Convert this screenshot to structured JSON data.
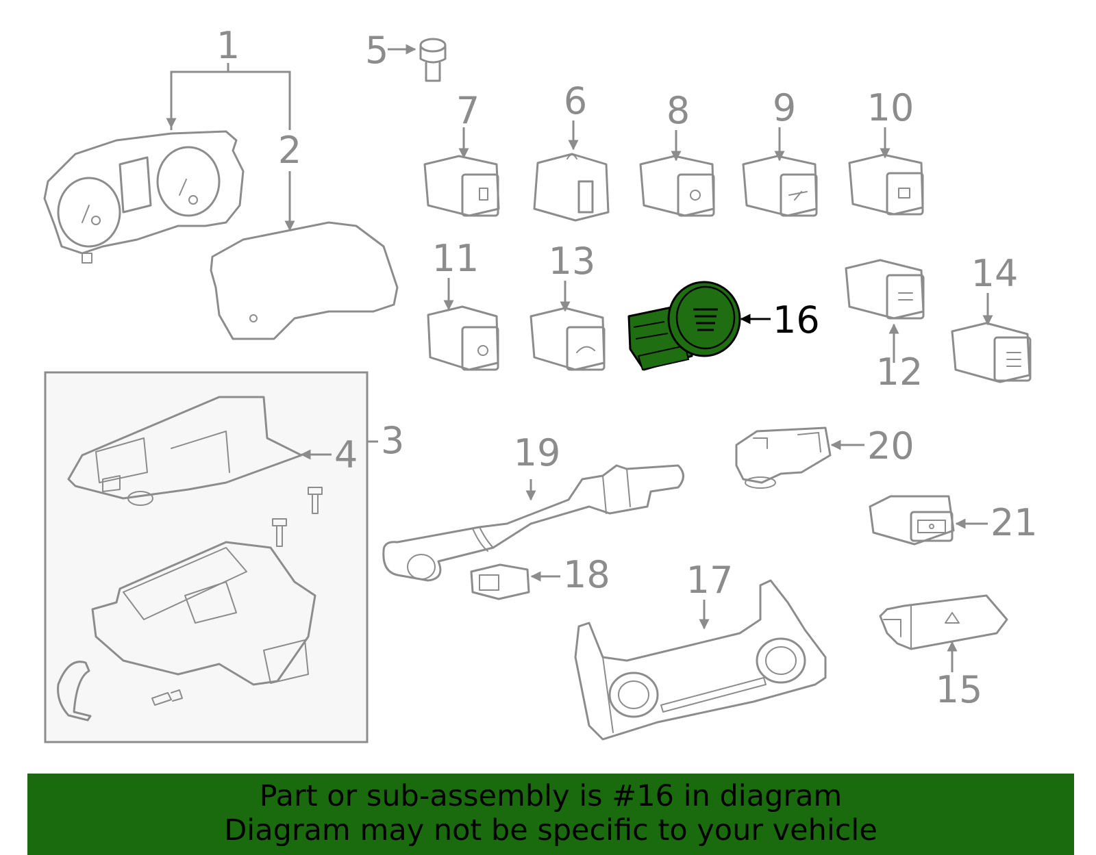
{
  "callouts": {
    "c1": "1",
    "c2": "2",
    "c3": "3",
    "c4": "4",
    "c5": "5",
    "c6": "6",
    "c7": "7",
    "c8": "8",
    "c9": "9",
    "c10": "10",
    "c11": "11",
    "c12": "12",
    "c13": "13",
    "c14": "14",
    "c15": "15",
    "c16": "16",
    "c17": "17",
    "c18": "18",
    "c19": "19",
    "c20": "20",
    "c21": "21"
  },
  "highlight": {
    "part_number": "16",
    "fill_color": "#1f6e12",
    "outline_color": "#000000"
  },
  "banner": {
    "line1": "Part or sub-assembly is #16 in diagram",
    "line2": "Diagram may not be specific to your vehicle",
    "background_color": "#1a6b0d"
  },
  "colors": {
    "line_art": "#8c8c8c",
    "inset_background": "#f7f7f7"
  }
}
